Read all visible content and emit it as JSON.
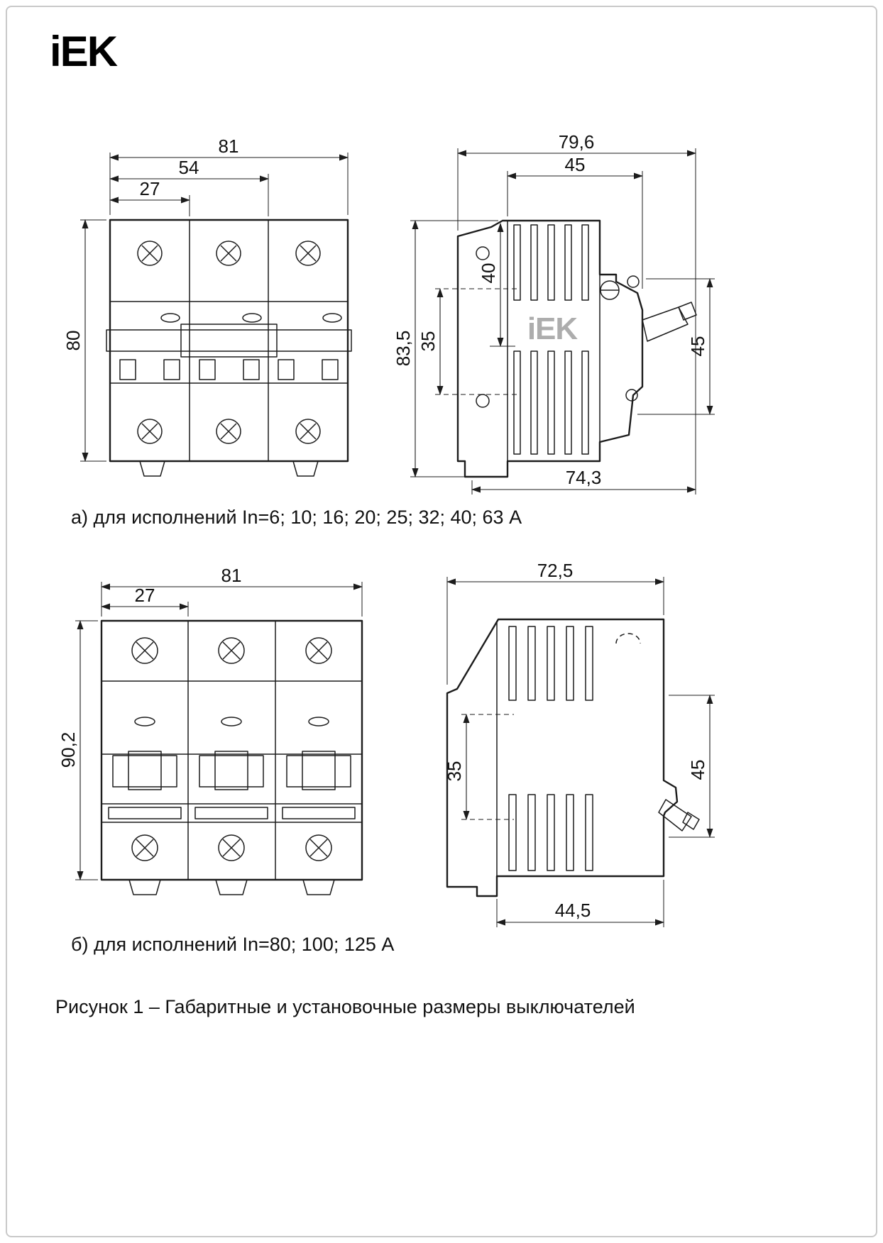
{
  "header": {
    "logo": "iEK"
  },
  "figure_a": {
    "caption": "а) для исполнений In=6; 10; 16; 20; 25; 32; 40; 63 А",
    "front_dims": {
      "total_width": "81",
      "two_pole_width": "54",
      "pole_width": "27",
      "height": "80"
    },
    "side_dims": {
      "total_depth": "79,6",
      "body_depth": "45",
      "top_offset": "40",
      "total_height": "83,5",
      "rail_height": "35",
      "front_height": "45",
      "mount_depth": "74,3"
    },
    "side_logo": "iEK"
  },
  "figure_b": {
    "caption": "б) для исполнений In=80; 100; 125 А",
    "front_dims": {
      "total_width": "81",
      "pole_width": "27",
      "height": "90,2"
    },
    "side_dims": {
      "total_depth": "72,5",
      "rail_height": "35",
      "front_height": "45",
      "bottom_depth": "44,5"
    }
  },
  "figure_caption": "Рисунок 1 – Габаритные и установочные размеры выключателей"
}
